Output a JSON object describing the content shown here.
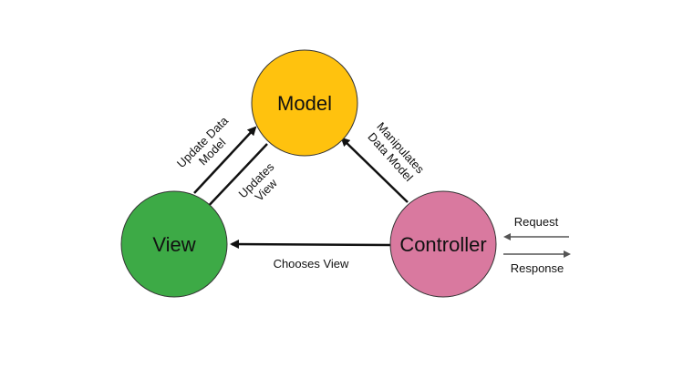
{
  "diagram": {
    "nodes": {
      "model": {
        "label": "Model",
        "color": "#FFC20E"
      },
      "view": {
        "label": "View",
        "color": "#3DAA46"
      },
      "controller": {
        "label": "Controller",
        "color": "#D9799F"
      }
    },
    "edges": {
      "view_to_model": {
        "line1": "Update Data",
        "line2": "Model"
      },
      "model_to_view": {
        "line1": "Updates",
        "line2": "View"
      },
      "controller_to_model": {
        "line1": "Manipulates",
        "line2": "Data Model"
      },
      "controller_to_view": {
        "label": "Chooses View"
      },
      "request": {
        "label": "Request"
      },
      "response": {
        "label": "Response"
      }
    },
    "colors": {
      "arrow": "#111111",
      "external_arrow": "#555555",
      "stroke": "#333333"
    }
  }
}
